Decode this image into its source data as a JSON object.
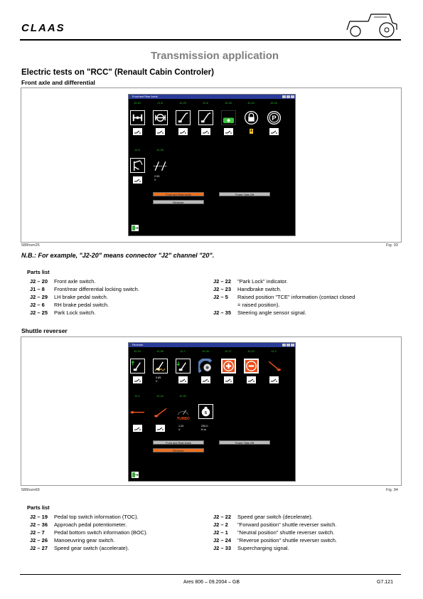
{
  "header": {
    "brand": "CLAAS",
    "section_title": "Transmission application"
  },
  "doc": {
    "title": "Electric tests on \"RCC\" (Renault Cabin Controler)",
    "subtitle1": "Front axle and differential",
    "nb": "N.B.: For example, \"J2-20\" means connector \"J2\" channel \"20\".",
    "subtitle2": "Shuttle reverser"
  },
  "fig1": {
    "image_code": "586hsm25",
    "fig_label": "Fig. 93",
    "screen": {
      "title": "Front and Rear Axels",
      "row1_labels": [
        "J2-20",
        "J1-8",
        "J2-29",
        "J2-6",
        "J2-25",
        "J2-22",
        "J2-23"
      ],
      "row2_labels": [
        "J2-5",
        "J2-35"
      ],
      "value": "2.53",
      "unit": "V",
      "btn_front_rear": "Front and Rear Axels",
      "btn_reverser": "Reverser",
      "btn_pto": "Power Take-Off"
    }
  },
  "fig2": {
    "image_code": "586hsm69",
    "fig_label": "Fig. 94",
    "screen": {
      "title": "Reverser",
      "row1_labels": [
        "J2-19",
        "J2-36",
        "J2-7",
        "J2-26",
        "J2-27",
        "J2-22",
        "J2-2"
      ],
      "row2_labels": [
        "J2-1",
        "J2-24",
        "J2-33"
      ],
      "value1": "0.85",
      "unit1": "V",
      "value2": "1.20",
      "unit2": "V",
      "value3": "230.0",
      "unit3": "N.m",
      "turbo": "TURBO",
      "btn_front_rear": "Front and Rear Axels",
      "btn_reverser": "Reverser",
      "btn_pto": "Power Take-Off"
    }
  },
  "parts1": {
    "title": "Parts list",
    "left": [
      {
        "code": "J2 – 20",
        "desc": "Front axle switch."
      },
      {
        "code": "J1 – 8",
        "desc": "Front/rear differential locking switch."
      },
      {
        "code": "J2 – 29",
        "desc": "LH brake pedal switch."
      },
      {
        "code": "J2 – 6",
        "desc": "RH brake pedal switch."
      },
      {
        "code": "J2 – 25",
        "desc": "Park Lock switch."
      }
    ],
    "right": [
      {
        "code": "J2 – 22",
        "desc": "\"Park Lock\" indicator."
      },
      {
        "code": "J2 – 23",
        "desc": "Handbrake switch."
      },
      {
        "code": "J2 – 5",
        "desc": "Raised position \"TCE\" information (contact closed = raised position)."
      },
      {
        "code": "J2 – 35",
        "desc": "Steering angle sensor signal."
      }
    ]
  },
  "parts2": {
    "title": "Parts list",
    "left": [
      {
        "code": "J2 – 19",
        "desc": "Pedal top switch information (TOC)."
      },
      {
        "code": "J2 – 36",
        "desc": "Approach pedal potentiometer."
      },
      {
        "code": "J2 – 7",
        "desc": "Pedal bottom switch information (BOC)."
      },
      {
        "code": "J2 – 26",
        "desc": "Manoeuvring gear switch."
      },
      {
        "code": "J2 – 27",
        "desc": "Speed gear switch (accelerate)."
      }
    ],
    "right": [
      {
        "code": "J2 – 22",
        "desc": "Speed gear switch (decelerate)."
      },
      {
        "code": "J2 – 2",
        "desc": "\"Forward position\" shuttle reverser switch."
      },
      {
        "code": "J2 – 1",
        "desc": "\"Neutral position\" shuttle reverser switch."
      },
      {
        "code": "J2 – 24",
        "desc": "\"Reverse position\" shuttle reverser switch."
      },
      {
        "code": "J2 – 33",
        "desc": "Supercharging signal."
      }
    ]
  },
  "footer": {
    "center": "Ares 806 – 09.2004 – GB",
    "page": "G7.121"
  },
  "colors": {
    "screen_bg": "#000000",
    "label_green": "#2ec52e",
    "active_orange": "#f07020",
    "titlebar_blue": "#2a3c9a"
  }
}
